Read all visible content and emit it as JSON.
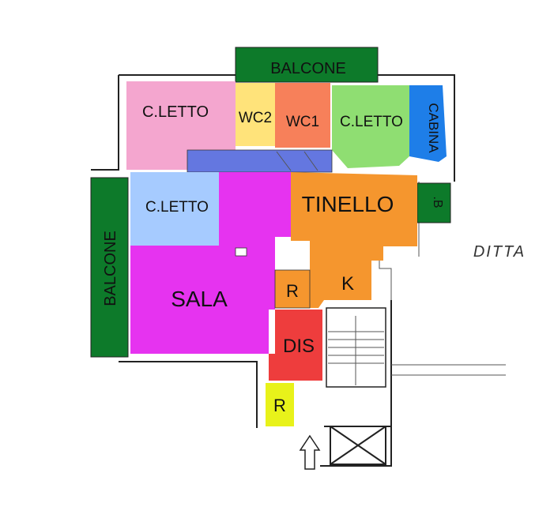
{
  "rooms": {
    "balcone_top": {
      "label": "BALCONE",
      "color": "#0d7a2a"
    },
    "letto1": {
      "label": "C.LETTO",
      "color": "#f4a6cf"
    },
    "wc2": {
      "label": "WC2",
      "color": "#ffe37a"
    },
    "wc1": {
      "label": "WC1",
      "color": "#f7805a"
    },
    "letto2": {
      "label": "C.LETTO",
      "color": "#8fde72"
    },
    "cabina": {
      "label": "CABINA",
      "color": "#1e7ee8"
    },
    "b_small": {
      "label": ".B",
      "color": "#0d7a2a"
    },
    "letto3": {
      "label": "C.LETTO",
      "color": "#a6cbff"
    },
    "tinello": {
      "label": "TINELLO",
      "color": "#f5962e"
    },
    "k": {
      "label": "K",
      "color": "#f5962e"
    },
    "r_orange": {
      "label": "R",
      "color": "#f5962e"
    },
    "sala": {
      "label": "SALA",
      "color": "#e633f0"
    },
    "balcone_left": {
      "label": "BALCONE",
      "color": "#0d7a2a"
    },
    "dis": {
      "label": "DIS",
      "color": "#ee3d3d"
    },
    "r_yellow": {
      "label": "R",
      "color": "#e8f21a"
    },
    "corridor": {
      "label": "",
      "color": "#6477e0"
    }
  },
  "neighbor_label": "DITTA"
}
